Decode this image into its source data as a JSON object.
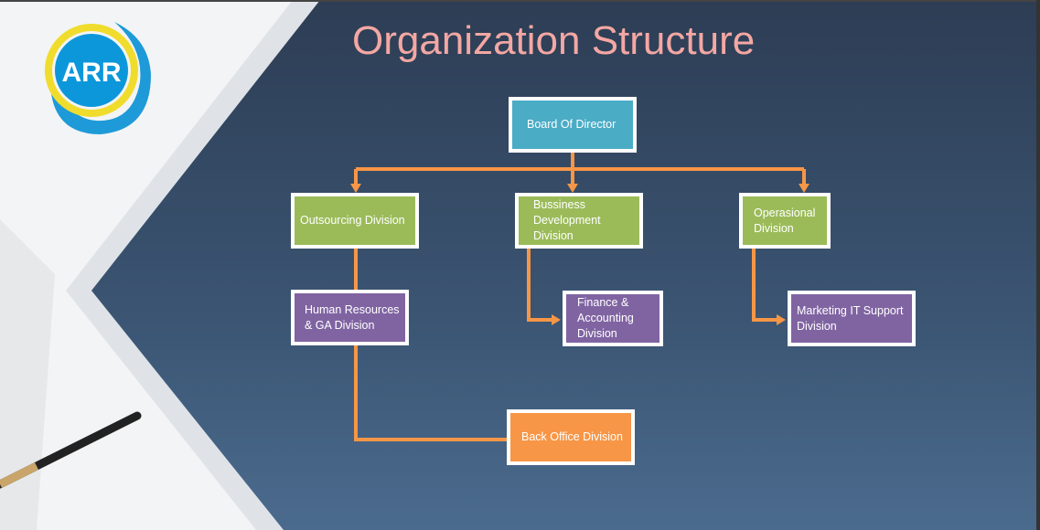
{
  "logo": {
    "text": "ARR"
  },
  "title": "Organization Structure",
  "nodes": {
    "board": "Board Of Director",
    "outsourcing": "Outsourcing Division",
    "business": "Bussiness Development Division",
    "operasional": "Operasional Division",
    "hr": "Human Resources & GA Division",
    "finance": "Finance & Accounting Division",
    "marketing": "Marketing IT Support Division",
    "backoffice": "Back Office Division"
  },
  "colors": {
    "connector": "#f79646",
    "board": "#4bacc6",
    "division": "#9bbb59",
    "sub": "#8064a2",
    "backoffice": "#f79646"
  }
}
